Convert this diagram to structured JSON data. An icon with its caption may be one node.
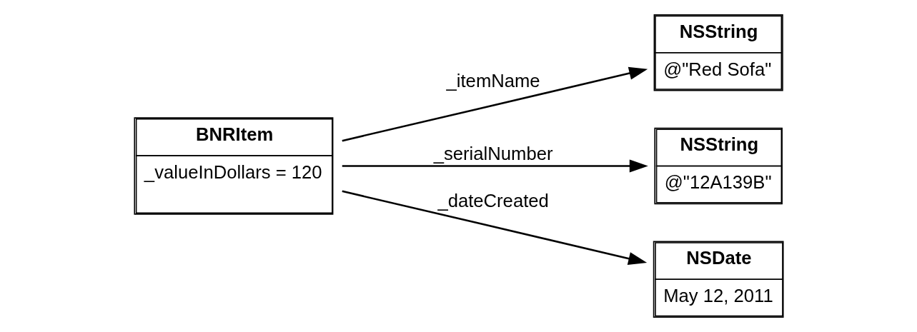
{
  "diagram": {
    "nodes": [
      {
        "text": [
          "BNRItem",
          "_valueInDollars = 120"
        ]
      },
      {
        "text": [
          "NSString",
          "@\"Red Sofa\""
        ]
      },
      {
        "text": [
          "NSString",
          "@\"12A139B\""
        ]
      },
      {
        "text": [
          "NSDate",
          "May 12, 2011"
        ]
      }
    ],
    "edges": [
      {
        "from": 0,
        "to": 1,
        "arrow": "to",
        "label": "_itemName"
      },
      {
        "from": 0,
        "to": 2,
        "arrow": "to",
        "label": "_serialNumber"
      },
      {
        "from": 0,
        "to": 3,
        "arrow": "to",
        "label": "_dateCreated"
      }
    ]
  }
}
